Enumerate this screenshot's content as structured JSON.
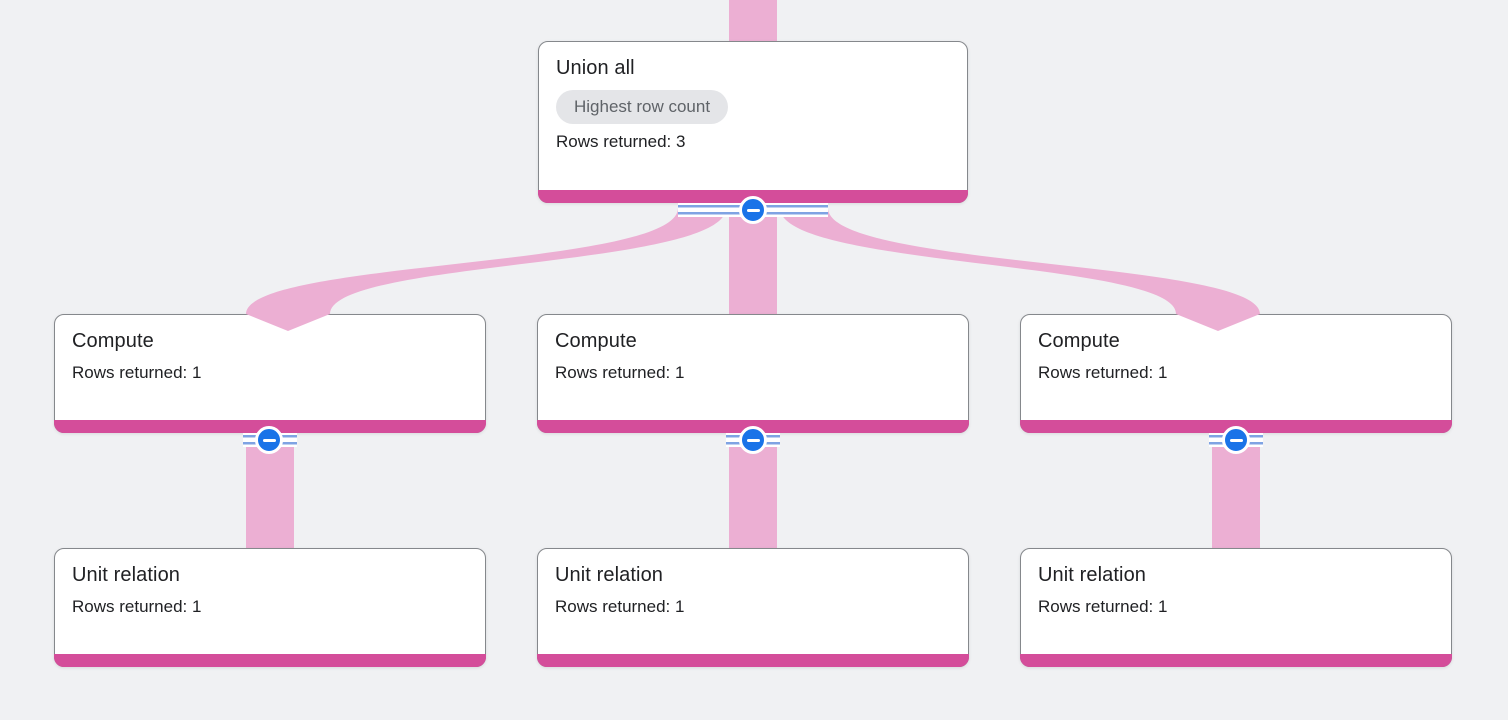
{
  "colors": {
    "background": "#f0f1f3",
    "edge_pink": "#ecafd3",
    "bar_magenta": "#d44d9a",
    "node_border": "#85888c",
    "badge_bg": "#e4e5e8",
    "badge_text": "#5f6368",
    "collapse_blue": "#1a73e8",
    "stripe_blue": "#7fa3e3",
    "text": "#202124"
  },
  "icons": {
    "collapse_button": "minus-icon"
  },
  "graph": {
    "root_node": {
      "title": "Union all",
      "badge": "Highest row count",
      "rows_label": "Rows returned: 3"
    },
    "compute_nodes": [
      {
        "title": "Compute",
        "rows_label": "Rows returned: 1"
      },
      {
        "title": "Compute",
        "rows_label": "Rows returned: 1"
      },
      {
        "title": "Compute",
        "rows_label": "Rows returned: 1"
      }
    ],
    "leaf_nodes": [
      {
        "title": "Unit relation",
        "rows_label": "Rows returned: 1"
      },
      {
        "title": "Unit relation",
        "rows_label": "Rows returned: 1"
      },
      {
        "title": "Unit relation",
        "rows_label": "Rows returned: 1"
      }
    ]
  }
}
